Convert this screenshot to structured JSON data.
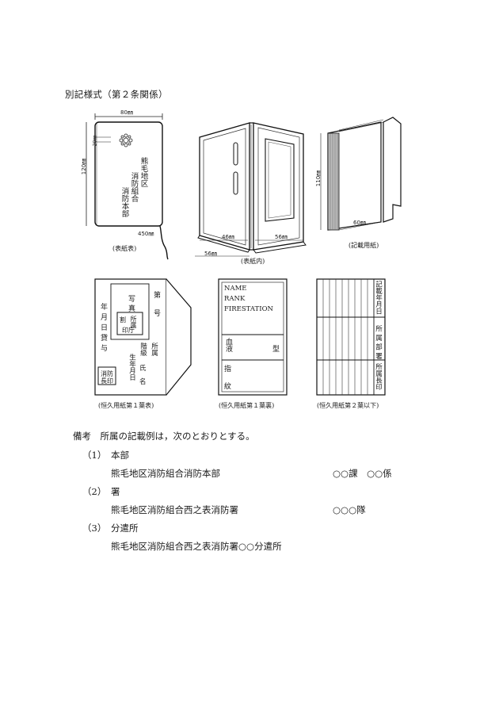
{
  "heading": "別記様式（第２条関係）",
  "figures": {
    "cover_front": {
      "caption": "(表紙表)",
      "dim_width": "80㎜",
      "dim_height": "120㎜",
      "dim_top": "20㎜",
      "dim_cord": "450㎜",
      "emblem_icon": "fire-department-emblem",
      "org_col1": "熊毛地区",
      "org_col2": "消防組合",
      "org_col3": "消防本部"
    },
    "cover_inside": {
      "caption": "(表紙内)",
      "dim_left": "46㎜",
      "dim_right": "56㎜",
      "dim_bottom": "56㎜"
    },
    "record_paper": {
      "caption": "(記載用紙)",
      "dim_height": "110㎜",
      "dim_width": "60㎜"
    },
    "permanent_1_front": {
      "caption": "(恒久用紙第１葉表)",
      "photo_1": "写",
      "photo_2": "真",
      "stamp_1": "所属",
      "stamp_2": "割",
      "stamp_3": "印庁",
      "number_1": "第",
      "number_2": "号",
      "left_col": "年月日貸与",
      "label_affil_1": "所属",
      "label_affil_2": "階級",
      "label_name_1": "氏",
      "label_name_2": "名",
      "label_birth": "生年月日",
      "chief_seal_1": "消防",
      "chief_seal_2": "長印"
    },
    "permanent_1_back": {
      "caption": "(恒久用紙第１葉裏)",
      "name_line": "NAME",
      "rank_line": "RANK",
      "station_line": "FIRESTATION",
      "blood_1": "血液",
      "blood_2": "型",
      "finger_1": "指",
      "finger_2": "紋"
    },
    "permanent_2": {
      "caption": "(恒久用紙第２葉以下)",
      "cell_1": "記載年月日",
      "cell_2": "所属部署",
      "cell_3": "所属長印"
    }
  },
  "remarks": {
    "title": "備考　所属の記載例は，次のとおりとする。",
    "items": [
      {
        "num": "（1）",
        "label": "本部",
        "example": "熊毛地区消防組合消防本部",
        "unit": "○○課　○○係"
      },
      {
        "num": "（2）",
        "label": "署",
        "example": "熊毛地区消防組合西之表消防署",
        "unit": "○○○隊"
      },
      {
        "num": "（3）",
        "label": "分遣所",
        "example": "熊毛地区消防組合西之表消防署○○分遣所",
        "unit": ""
      }
    ]
  }
}
